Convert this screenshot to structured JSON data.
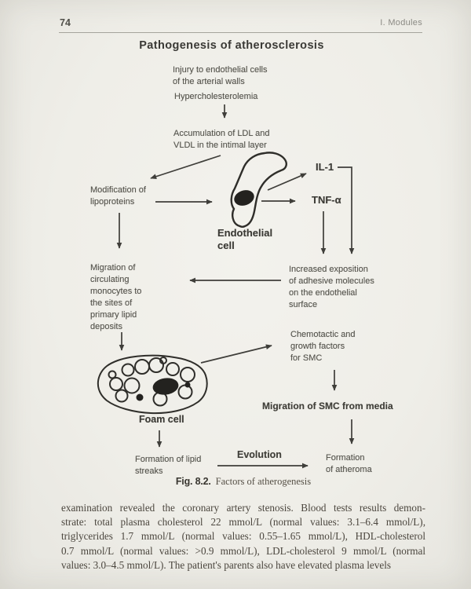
{
  "header": {
    "page_number": "74",
    "section": "I. Modules"
  },
  "figure": {
    "title": "Pathogenesis of atherosclerosis",
    "caption_label": "Fig. 8.2.",
    "caption_text": "Factors of atherogenesis",
    "nodes": {
      "injury": "Injury to endothelial cells\nof the arterial walls",
      "hypercholesterolemia": "Hypercholesterolemia",
      "accumulation": "Accumulation of LDL and\nVLDL in the intimal layer",
      "modification": "Modification of\nlipoproteins",
      "endothelial_cell": "Endothelial\ncell",
      "il1": "IL-1",
      "tnf_alpha": "TNF-α",
      "increased_exposition": "Increased exposition\nof adhesive molecules\non the endothelial\nsurface",
      "migration_monocytes": "Migration of\ncirculating\nmonocytes to\nthe  sites of\nprimary lipid\ndeposits",
      "foam_cell": "Foam cell",
      "chemotactic": "Chemotactic and\ngrowth factors\nfor SMC",
      "migration_smc": "Migration of SMC from media",
      "evolution": "Evolution",
      "lipid_streaks": "Formation of lipid\nstreaks",
      "atheroma": "Formation\nof atheroma"
    }
  },
  "body": {
    "lines": [
      "examination revealed the coronary artery stenosis. Blood tests results demon-",
      "strate: total plasma cholesterol 22 mmol/L (normal values: 3.1–6.4 mmol/L),",
      "triglycerides 1.7 mmol/L (normal values: 0.55–1.65 mmol/L), HDL-cholesterol",
      "0.7 mmol/L (normal values: >0.9 mmol/L), LDL-cholesterol 9 mmol/L (normal",
      "values: 3.0–4.5 mmol/L). The patient's parents also have elevated plasma levels"
    ]
  },
  "colors": {
    "paper": "#efeee8",
    "ink": "#3e3d38",
    "diagram_text": "#57564f"
  }
}
